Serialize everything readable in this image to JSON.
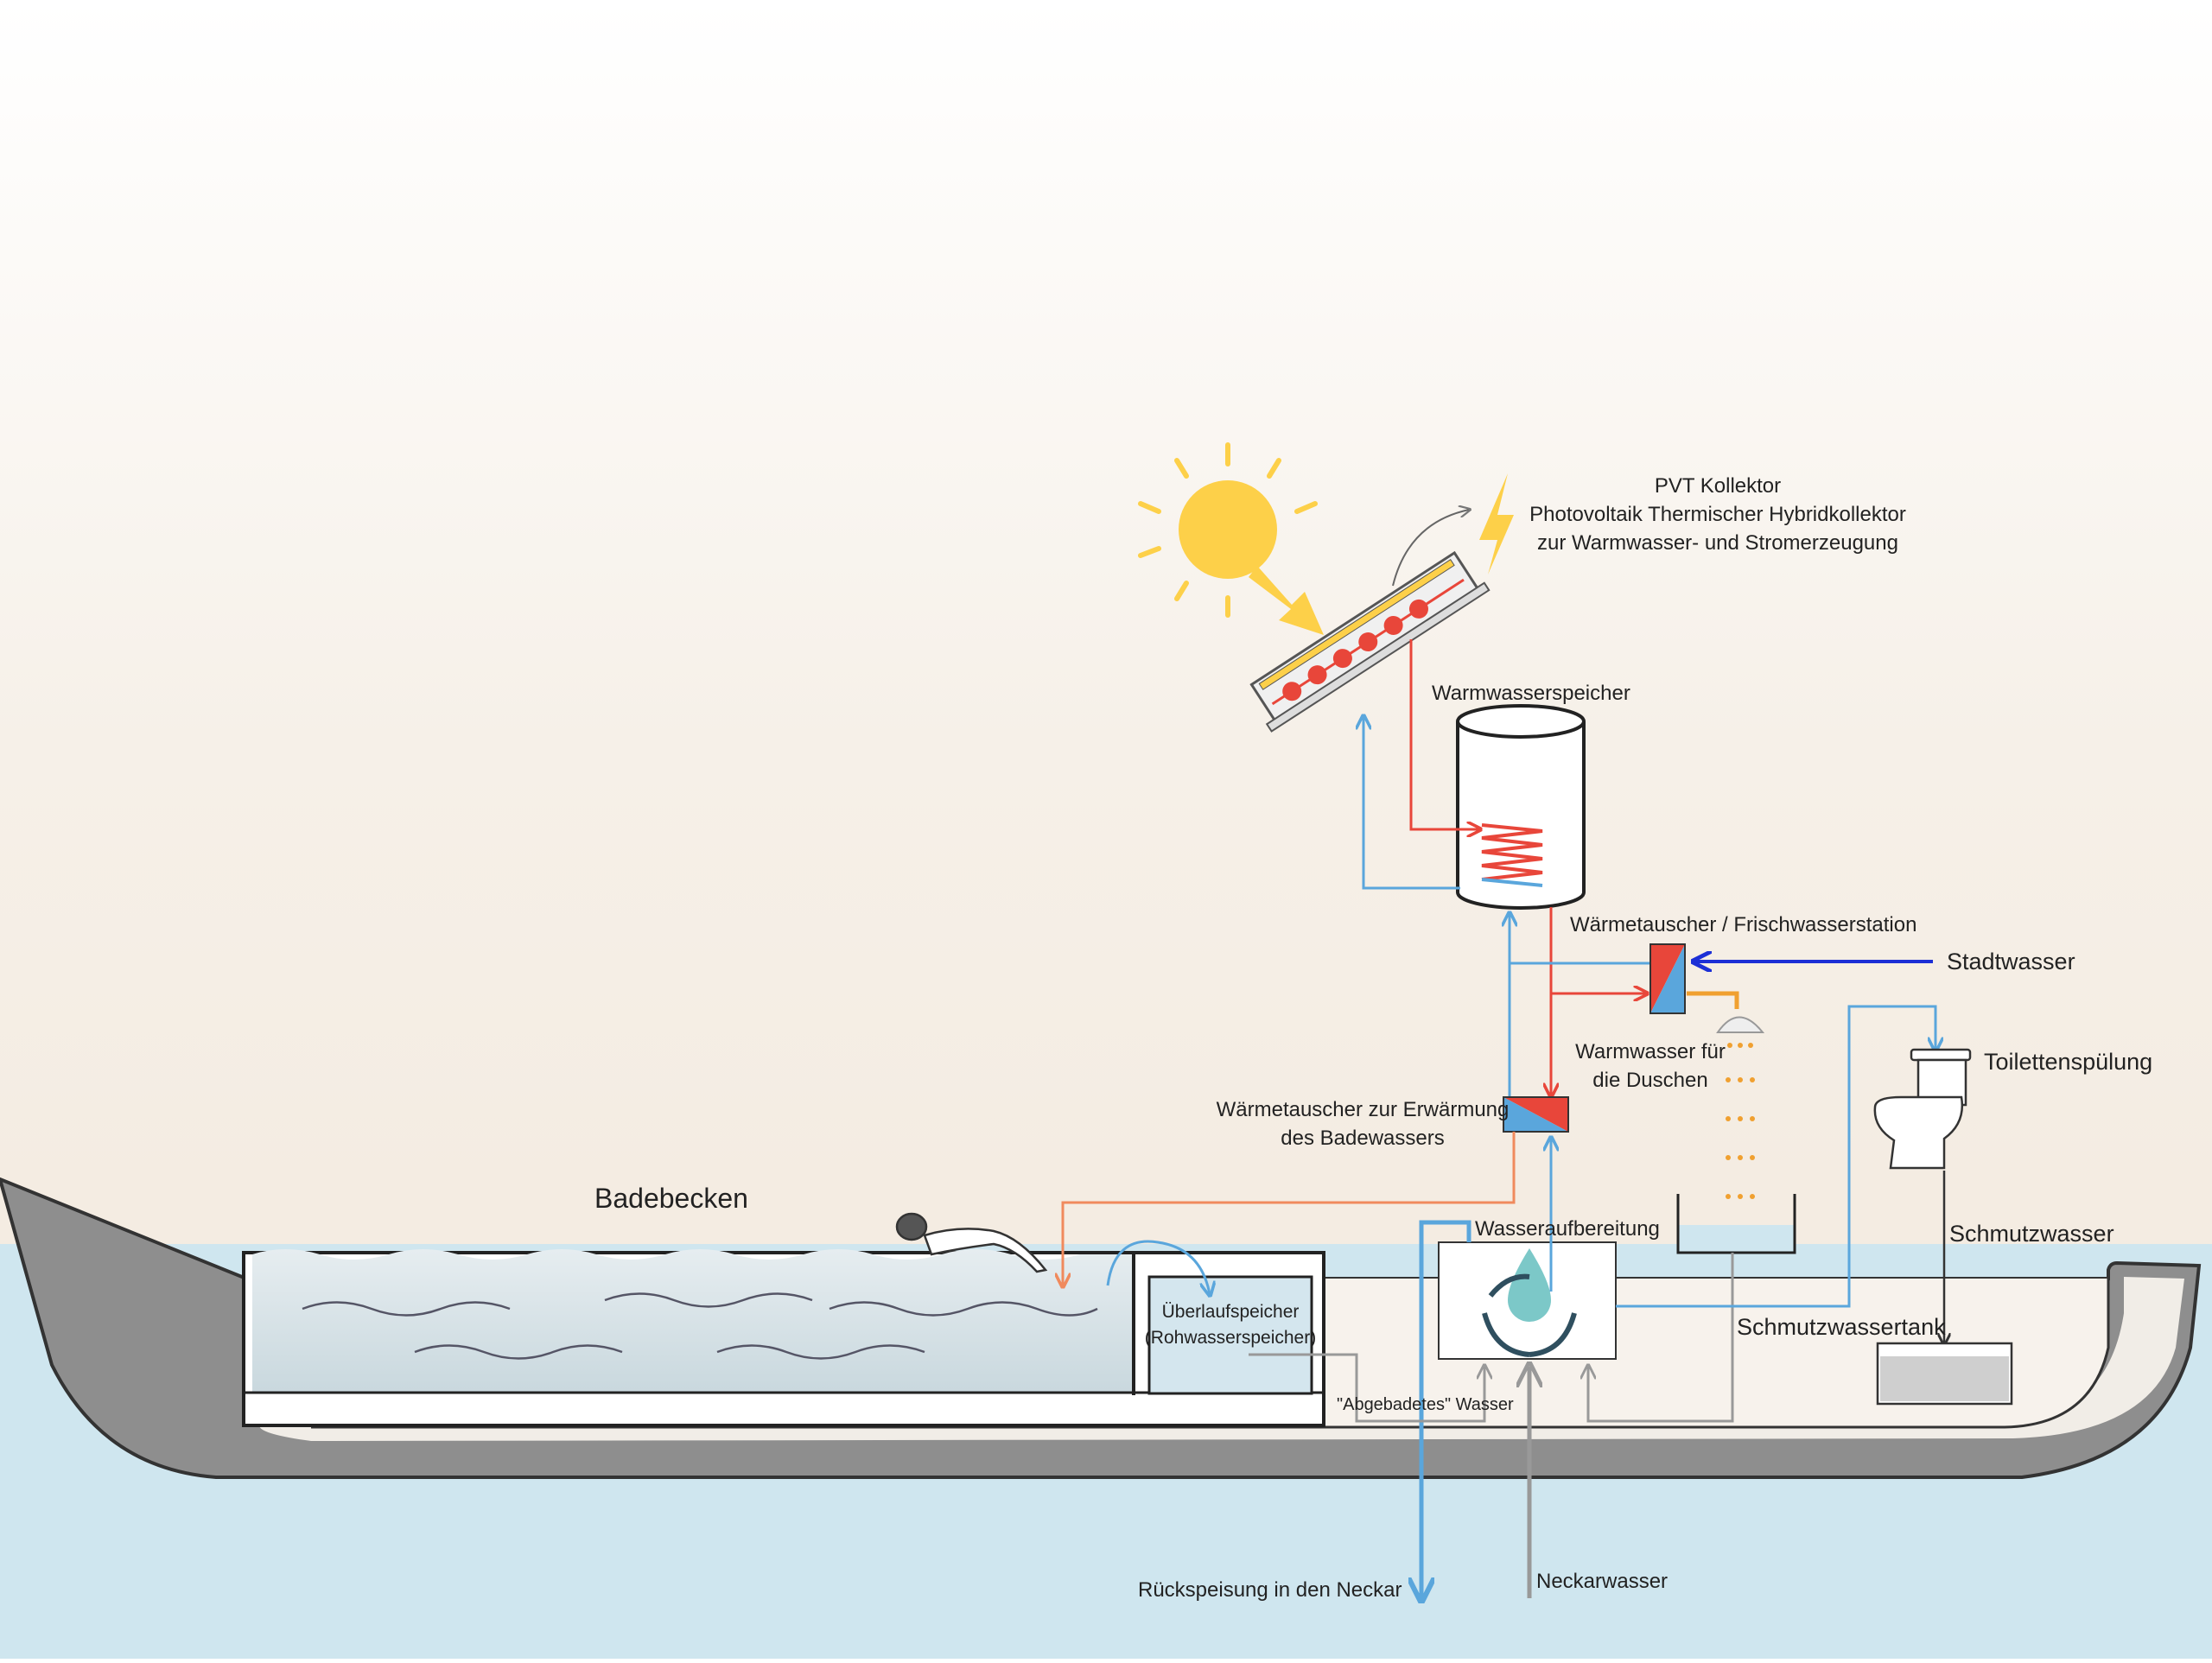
{
  "labels": {
    "pvt_line1": "PVT Kollektor",
    "pvt_line2": "Photovoltaik Thermischer Hybridkollektor",
    "pvt_line3": "zur Warmwasser- und Stromerzeugung",
    "storage": "Warmwasserspeicher",
    "exchanger_fresh": "Wärmetauscher / Frischwasserstation",
    "city_water": "Stadtwasser",
    "shower_line1": "Warmwasser für",
    "shower_line2": "die Duschen",
    "toilet": "Toilettenspülung",
    "exchanger_pool_line1": "Wärmetauscher zur Erwärmung",
    "exchanger_pool_line2": "des Badewassers",
    "pool": "Badebecken",
    "treatment": "Wasseraufbereitung",
    "dirty_water": "Schmutzwasser",
    "overflow_line1": "Überlaufspeicher",
    "overflow_line2": "(Rohwasserspeicher)",
    "dirty_tank": "Schmutzwassertank",
    "used_water": "\"Abgebadetes\" Wasser",
    "return_river": "Rückspeisung in den Neckar",
    "river_water": "Neckarwasser"
  },
  "colors": {
    "sky_top": "#ffffff",
    "sky_bottom": "#f4ebe0",
    "water": "#cfe6ef",
    "hull": "#8a8a8a",
    "hot_pipe": "#e8463a",
    "cold_pipe": "#5aa6dc",
    "city_pipe": "#1c2fd6",
    "pool_pipe": "#f08a5d",
    "grey_pipe": "#999999",
    "sun": "#fdd049",
    "shower_drops": "#f0a030"
  }
}
